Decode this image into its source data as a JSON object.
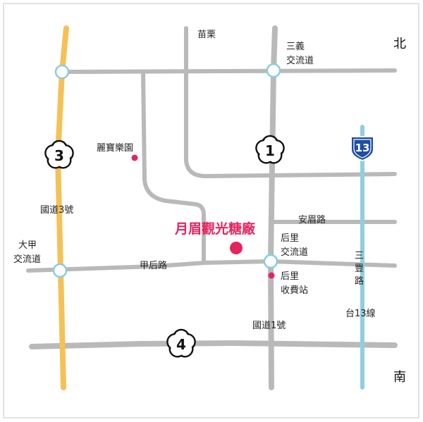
{
  "colors": {
    "road": "#b9b9b9",
    "freeway3": "#f5c156",
    "route13": "#8fcfe0",
    "route13_shield": "#1f4ea3",
    "highlight": "#e5245f",
    "interchange": "#88ccde",
    "frame": "#d9d9d9"
  },
  "directions": {
    "north": "北",
    "south": "南"
  },
  "places": {
    "miaoli": "苗栗",
    "sanyi_1": "三義",
    "sanyi_2": "交流道",
    "leofoo": "麗寶樂園",
    "guodao3": "國道3號",
    "anmei_road": "安眉路",
    "target": "月眉觀光糖廠",
    "houli_ic_1": "后里",
    "houli_ic_2": "交流道",
    "dajia_1": "大甲",
    "dajia_2": "交流道",
    "jiahou_road": "甲后路",
    "toll_1": "后里",
    "toll_2": "收費站",
    "sanfeng_1": "三",
    "sanfeng_2": "豐",
    "sanfeng_3": "路",
    "tai13": "台13線",
    "guodao1": "國道1號"
  },
  "shields": {
    "freeway3": "3",
    "freeway1": "1",
    "route13": "13",
    "route4": "4"
  },
  "icons": [
    "flower-shield-icon",
    "route-shield-icon",
    "interchange-marker-icon",
    "location-dot-icon"
  ]
}
